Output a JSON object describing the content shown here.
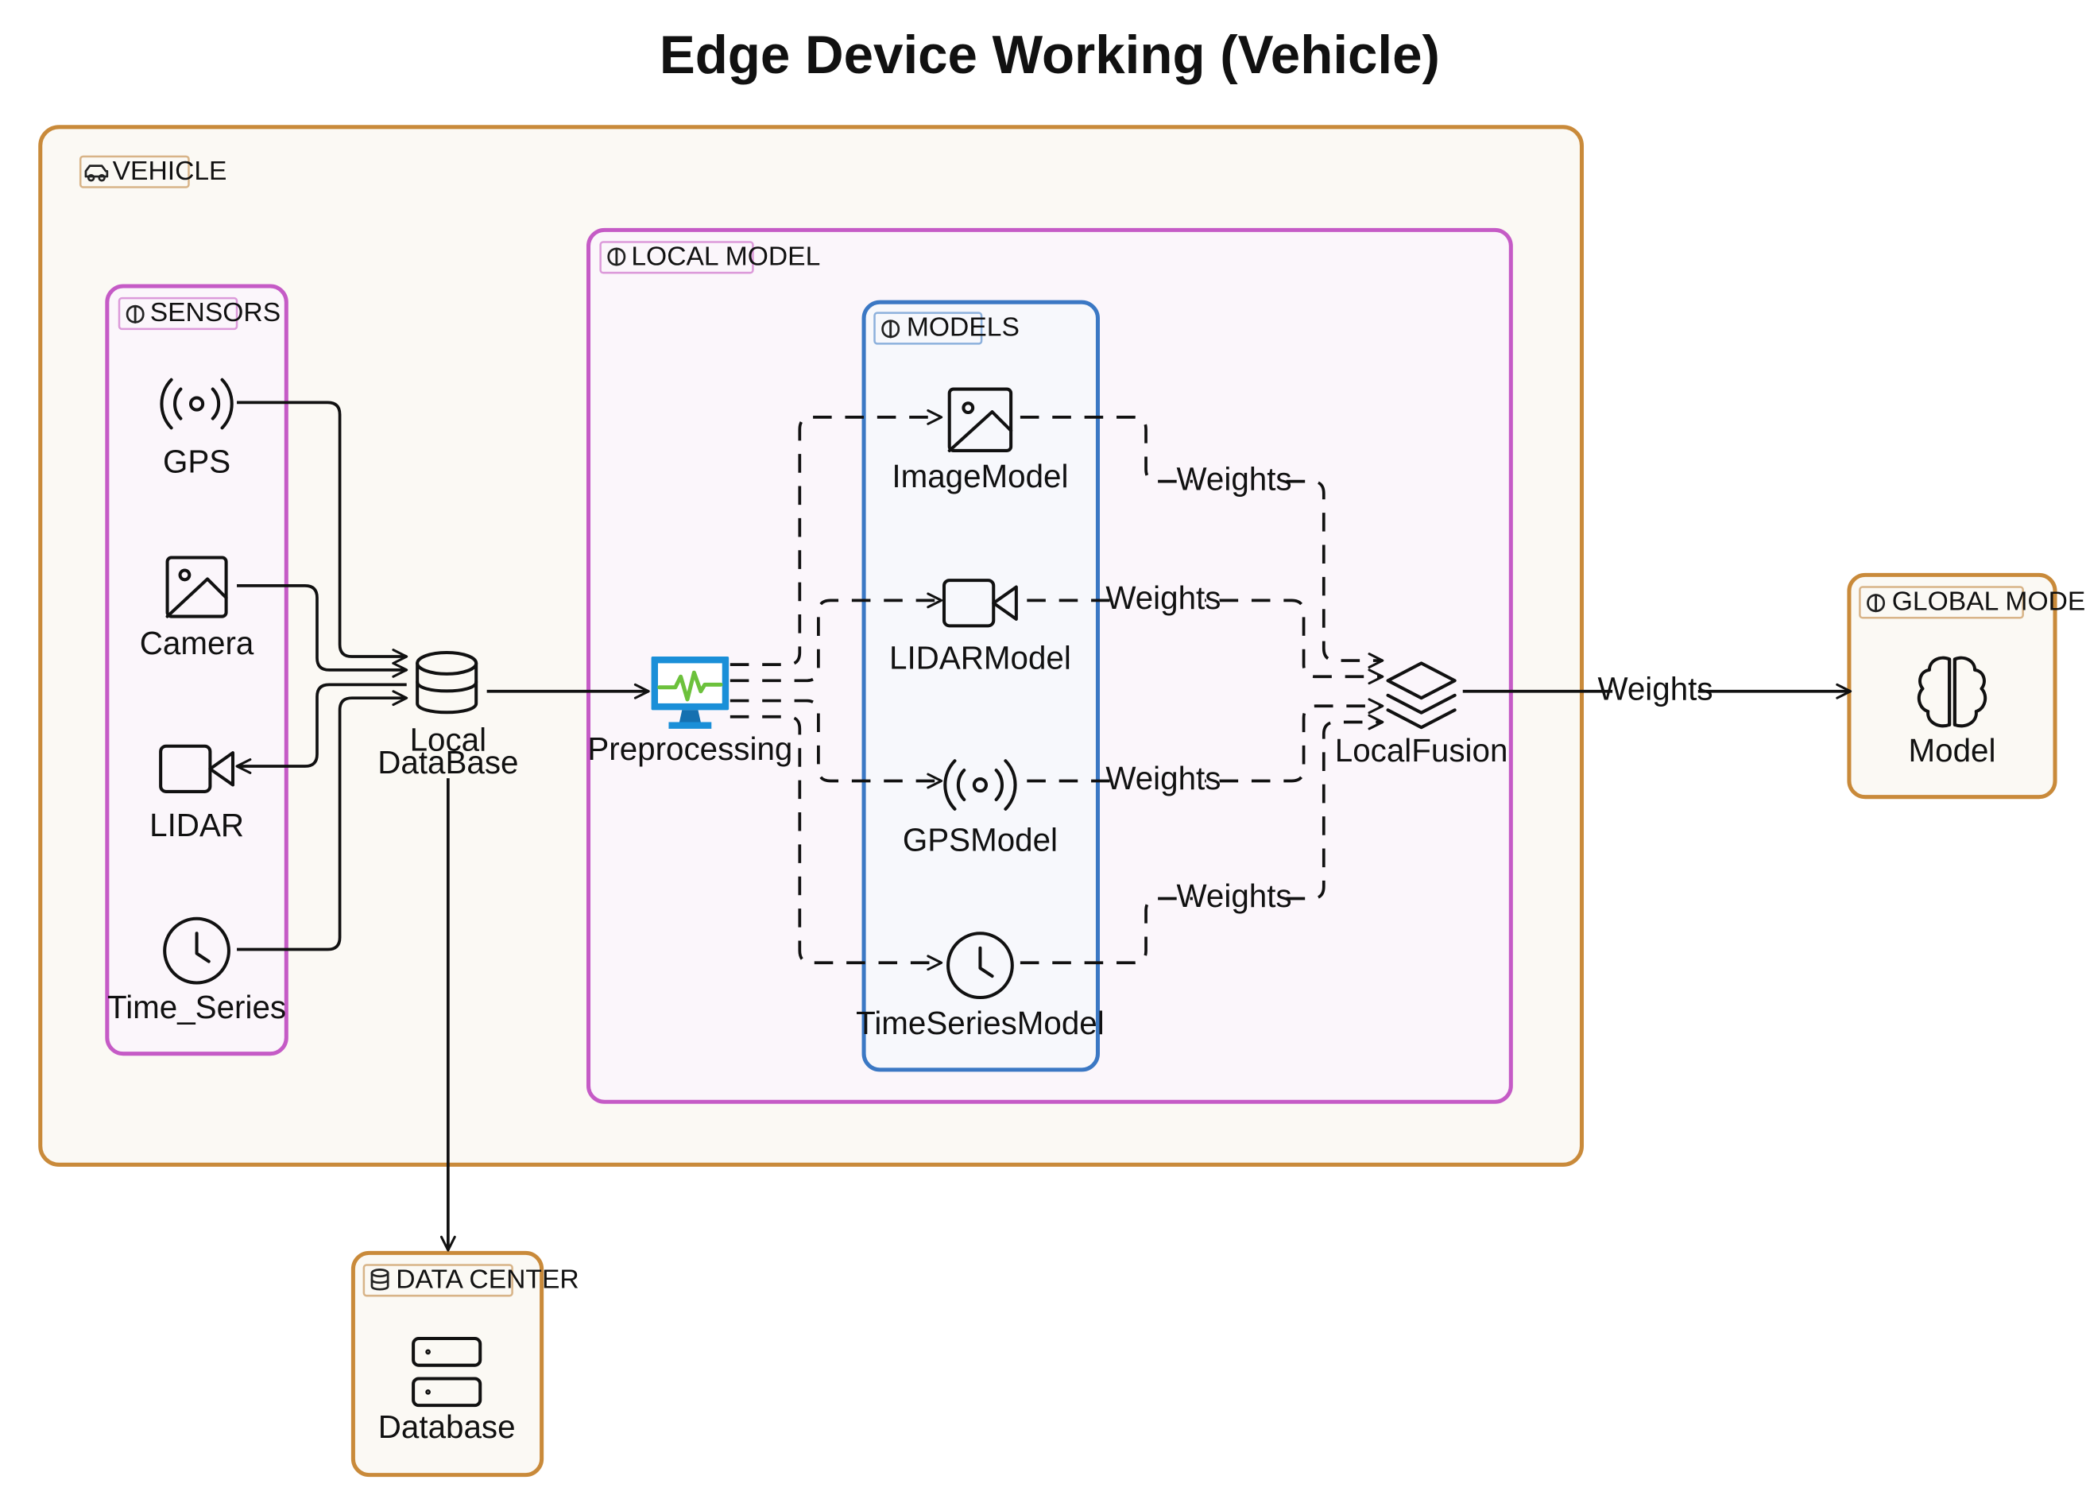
{
  "title": "Edge Device Working (Vehicle)",
  "groups": {
    "vehicle": "VEHICLE",
    "sensors": "SENSORS",
    "local_model": "LOCAL MODEL",
    "models": "MODELS",
    "global_model": "GLOBAL MODEL",
    "data_center": "DATA CENTER"
  },
  "sensors": {
    "gps": "GPS",
    "camera": "Camera",
    "lidar": "LIDAR",
    "time_series": "Time_Series"
  },
  "local_database": {
    "line1": "Local",
    "line2": "DataBase"
  },
  "preprocessing": "Preprocessing",
  "models": {
    "image": "ImageModel",
    "lidar": "LIDARModel",
    "gps": "GPSModel",
    "time_series": "TimeSeriesModel"
  },
  "local_fusion": "LocalFusion",
  "global_model_node": "Model",
  "database": "Database",
  "edge_labels": {
    "image_weights": "Weights",
    "lidar_weights": "Weights",
    "gps_weights": "Weights",
    "time_weights": "Weights",
    "global_weights": "Weights"
  },
  "colors": {
    "vehicle_border": "#c98a3a",
    "local_model_border": "#c55bc6",
    "models_border": "#3b78c4",
    "preprocessing_monitor": "#1a8fd8",
    "preprocessing_signal": "#6cc13c"
  },
  "icons": {
    "vehicle": "car-icon",
    "sensors": "brain-icon",
    "local_model": "brain-icon",
    "models": "brain-icon",
    "global_model": "brain-icon",
    "data_center": "database-icon",
    "gps": "signal-broadcast-icon",
    "camera": "image-icon",
    "lidar": "video-camera-icon",
    "time_series": "clock-icon",
    "local_database": "database-cylinder-icon",
    "preprocessing": "monitor-pulse-icon",
    "local_fusion": "layers-icon",
    "model": "brain-icon",
    "database": "server-stack-icon"
  }
}
